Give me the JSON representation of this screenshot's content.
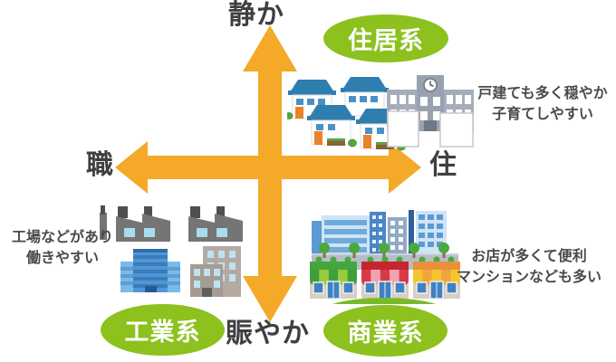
{
  "diagram": {
    "axis": {
      "top_label": "静か",
      "bottom_label": "賑やか",
      "left_label": "職",
      "right_label": "住"
    },
    "zones": {
      "residential": {
        "badge": "住居系",
        "note": [
          "戸建ても多く穏やか",
          "子育てしやすい"
        ],
        "icons": [
          "houses-illustration",
          "school-illustration"
        ]
      },
      "industrial": {
        "badge": "工業系",
        "note": [
          "工場などがあり",
          "働きやすい"
        ],
        "icons": [
          "factories-illustration",
          "office-buildings-illustration"
        ]
      },
      "commercial": {
        "badge": "商業系",
        "note": [
          "お店が多くて便利",
          "マンションなども多い"
        ],
        "icons": [
          "city-buildings-illustration",
          "shops-illustration"
        ]
      }
    },
    "colors": {
      "arrow": "#F5A928",
      "badge_fill": "#8CC11E",
      "badge_text": "#FFFFFF",
      "axis_text": "#3F3F3F",
      "note_text": "#4A4A4A"
    }
  }
}
